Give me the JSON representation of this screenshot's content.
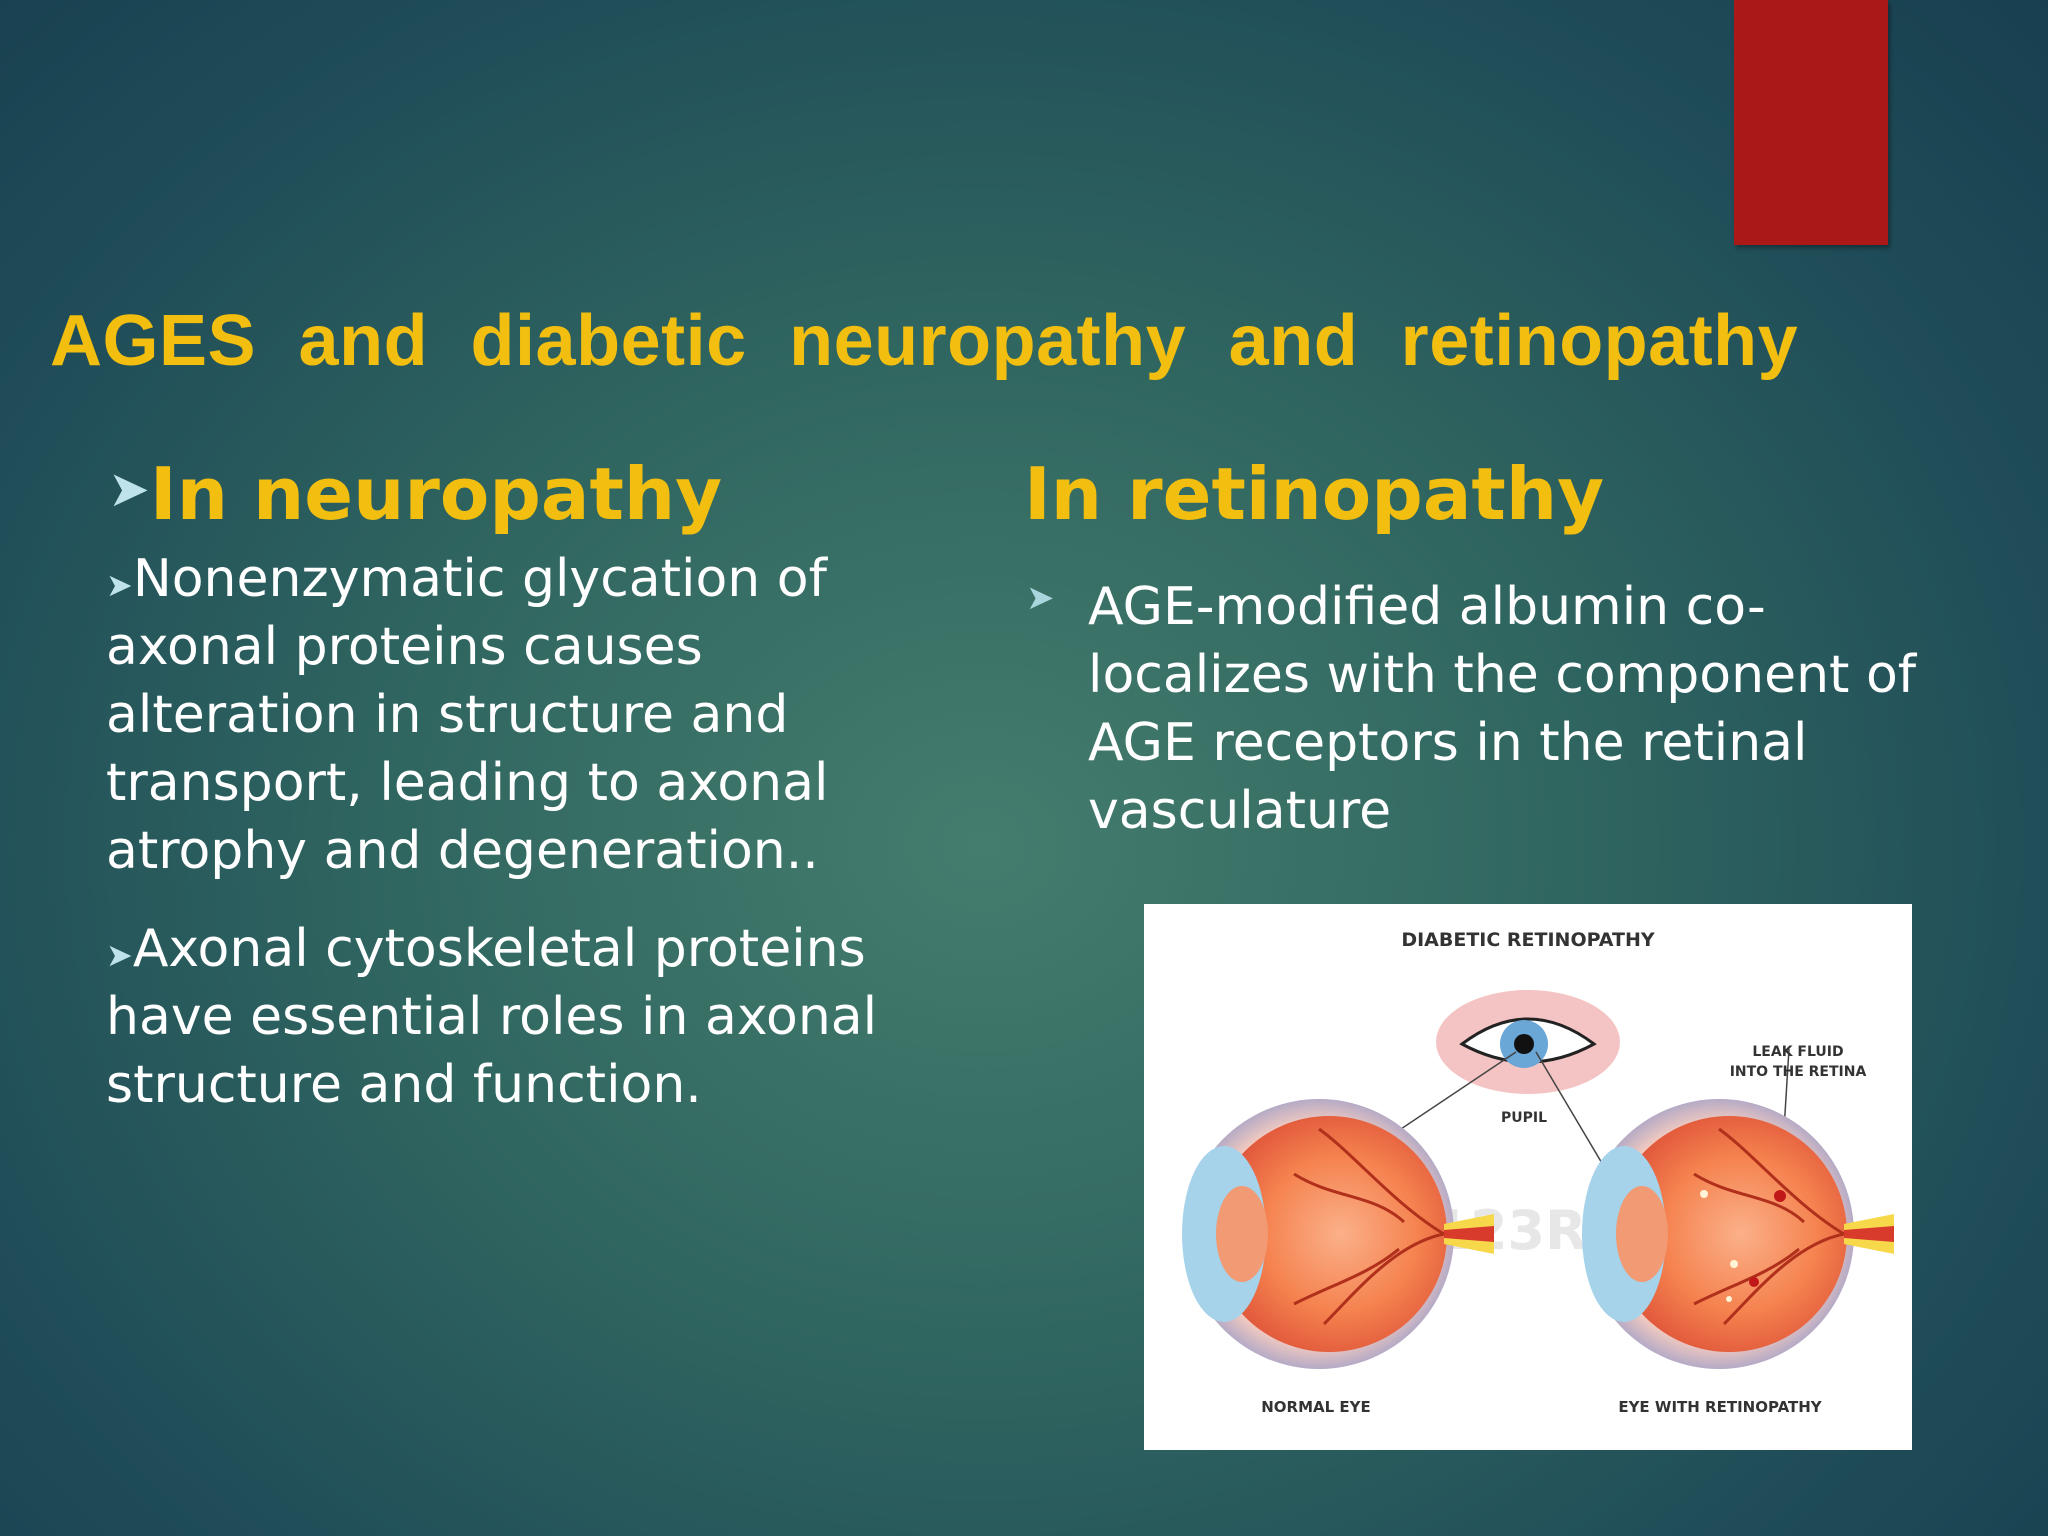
{
  "slide": {
    "title": "AGES and diabetic neuropathy and retinopathy",
    "left": {
      "heading": "In neuropathy",
      "paragraphs": [
        "Nonenzymatic glycation of axonal proteins causes alteration in structure and transport, leading to axonal atrophy  and degeneration..",
        "Axonal cytoskeletal proteins have essential roles in axonal structure and function."
      ]
    },
    "right": {
      "heading": "In retinopathy",
      "bullet": "AGE-modified albumin co-localizes with the component of AGE receptors in the retinal vasculature"
    },
    "figure": {
      "title": "DIABETIC RETINOPATHY",
      "labels": {
        "pupil": "PUPIL",
        "leak_line1": "LEAK FLUID",
        "leak_line2": "INTO THE RETINA",
        "normal": "NORMAL EYE",
        "retinopathy": "EYE WITH RETINOPATHY"
      },
      "watermark": "123RF"
    }
  },
  "colors": {
    "accent": "#f2be10",
    "red_tab": "#ab1818",
    "text": "#ffffff",
    "bullet": "#bfe3ea"
  },
  "icons": {
    "bullet": "arrowhead-bullet-icon"
  }
}
